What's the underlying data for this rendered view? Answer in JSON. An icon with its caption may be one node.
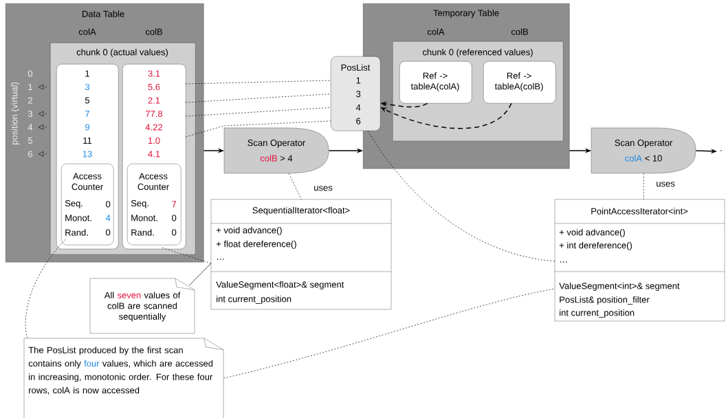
{
  "diagram": {
    "nodes": [
      {
        "text": [
          "Data Table",
          "colA",
          "colB"
        ]
      },
      {
        "text": [
          "chunk 0 (actual values)"
        ],
        "in": 0
      },
      {
        "text": [
          "1",
          "3",
          "5",
          "7",
          "9",
          "11",
          "13"
        ],
        "in": 1
      },
      {
        "text": [
          "Access Counter",
          "Seq.",
          "0",
          "Monot.",
          "4",
          "Rand.",
          "0"
        ],
        "in": 2
      },
      {
        "text": [
          "3.1",
          "5.6",
          "2.1",
          "77.8",
          "4.22",
          "1.0",
          "4.1"
        ],
        "in": 1
      },
      {
        "text": [
          "Access Counter",
          "Seq.",
          "7",
          "Monot.",
          "0",
          "Rand.",
          "0"
        ],
        "in": 4
      },
      {
        "text": [
          "PosList",
          "1",
          "3",
          "4",
          "6"
        ]
      },
      {
        "text": [
          "Temporary Table",
          "colA",
          "colB"
        ]
      },
      {
        "text": [
          "chunk 0 (referenced values)"
        ],
        "in": 7
      },
      {
        "text": [
          "Ref -> tableA(colA)"
        ],
        "in": 8
      },
      {
        "text": [
          "Ref -> tableA(colB)"
        ],
        "in": 8
      },
      {
        "text": [
          "Scan Operator",
          "colB",
          "> 4"
        ]
      },
      {
        "text": [
          "Scan Operator",
          "colA",
          "< 10"
        ]
      },
      {
        "text": [
          "."
        ]
      },
      {
        "text": [
          "SequentialIterator<float>",
          "+ void advance()",
          "+ float dereference()",
          "…",
          "ValueSegment<float>& segment",
          "int current_position"
        ]
      },
      {
        "text": [
          "PointAccessIterator<int>",
          "+ void advance()",
          "+ int dereference()",
          "…",
          "ValueSegment<int>& segment",
          "PosList& position_filter",
          "int current_position"
        ]
      },
      {
        "text": [
          "All",
          "seven",
          "values of colB are scanned sequentially"
        ]
      },
      {
        "text": [
          "The PosList produced by the first scan contains only",
          "four",
          "values, which are accessed in increasing, monotonic order. For these four rows, colA is now accessed"
        ]
      }
    ],
    "edges": [
      {
        "from": 0,
        "to": 11,
        "arrow": "to"
      },
      {
        "from": 11,
        "to": 7,
        "arrow": "to"
      },
      {
        "from": 7,
        "to": 12,
        "arrow": "to"
      },
      {
        "from": 12,
        "to": 13,
        "arrow": "to"
      },
      {
        "from": 4,
        "to": 6,
        "arrow": "none",
        "style": "dashed"
      },
      {
        "from": 4,
        "to": 6,
        "arrow": "none",
        "style": "dashed"
      },
      {
        "from": 4,
        "to": 6,
        "arrow": "none",
        "style": "dashed"
      },
      {
        "from": 4,
        "to": 6,
        "arrow": "none",
        "style": "dashed"
      },
      {
        "from": 9,
        "to": 6,
        "arrow": "to",
        "style": "dashed"
      },
      {
        "from": 10,
        "to": 6,
        "arrow": "to",
        "style": "dashed"
      },
      {
        "from": 11,
        "to": 14,
        "arrow": "none",
        "style": "dashed",
        "label": "uses"
      },
      {
        "from": 12,
        "to": 15,
        "arrow": "none",
        "style": "dashed",
        "label": "uses"
      },
      {
        "from": 16,
        "to": 14,
        "arrow": "none"
      },
      {
        "from": 5,
        "to": 14,
        "arrow": "none",
        "style": "dashed"
      },
      {
        "from": 3,
        "to": 17,
        "arrow": "none",
        "style": "dashed"
      },
      {
        "from": 6,
        "to": 15,
        "arrow": "none",
        "style": "dashed"
      },
      {
        "from": 17,
        "to": 15,
        "arrow": "none",
        "style": "dashed"
      }
    ],
    "labels": [
      "position (virtual)",
      "0",
      "1",
      "2",
      "3",
      "4",
      "5",
      "6"
    ]
  }
}
